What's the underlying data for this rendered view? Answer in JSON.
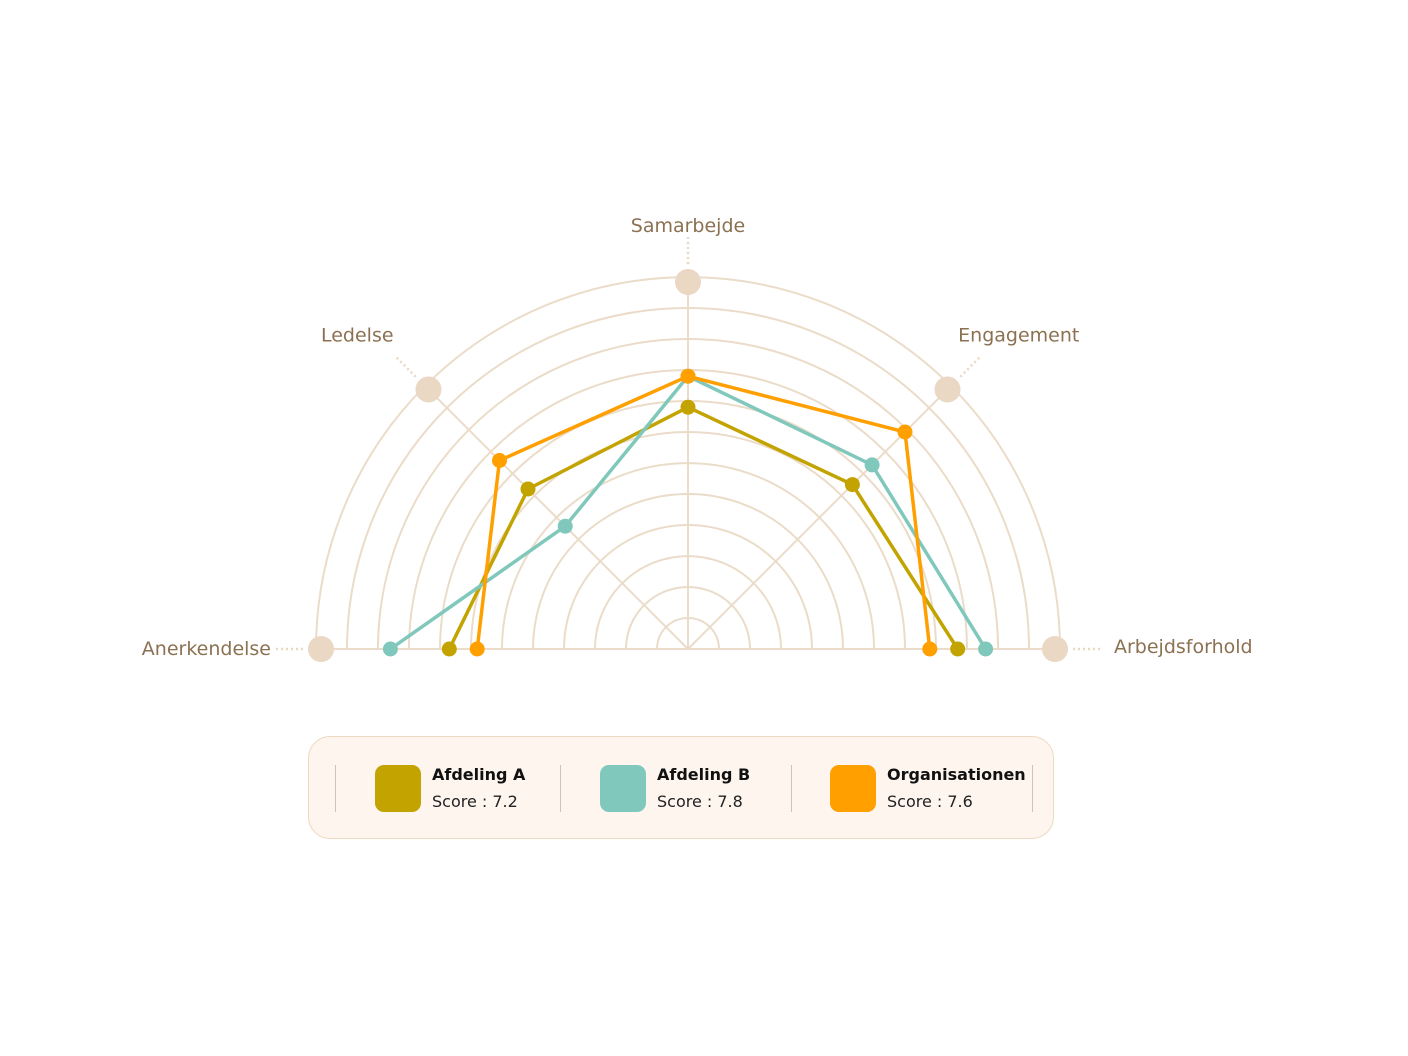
{
  "chart_data": {
    "type": "radar",
    "axes": [
      "Anerkendelse",
      "Ledelse",
      "Samarbejde",
      "Engagement",
      "Arbejdsforhold"
    ],
    "rlim": [
      0,
      12
    ],
    "ring_count": 12,
    "grid": true,
    "series": [
      {
        "name": "Afdeling A",
        "score_label": "Score : 7.2",
        "color": "#c2a300",
        "values": [
          7.7,
          7.3,
          7.8,
          7.5,
          8.7
        ]
      },
      {
        "name": "Afdeling B",
        "score_label": "Score : 7.8",
        "color": "#80c8bb",
        "values": [
          9.6,
          5.6,
          8.8,
          8.4,
          9.6
        ]
      },
      {
        "name": "Organisationen",
        "score_label": "Score : 7.6",
        "color": "#ff9f00",
        "values": [
          6.8,
          8.6,
          8.8,
          9.9,
          7.8
        ]
      }
    ],
    "legend": "bottom",
    "colors": {
      "grid": "#ebdcc9",
      "axis_marker": "#ead7c4",
      "axis_label": "#8b7152"
    }
  }
}
